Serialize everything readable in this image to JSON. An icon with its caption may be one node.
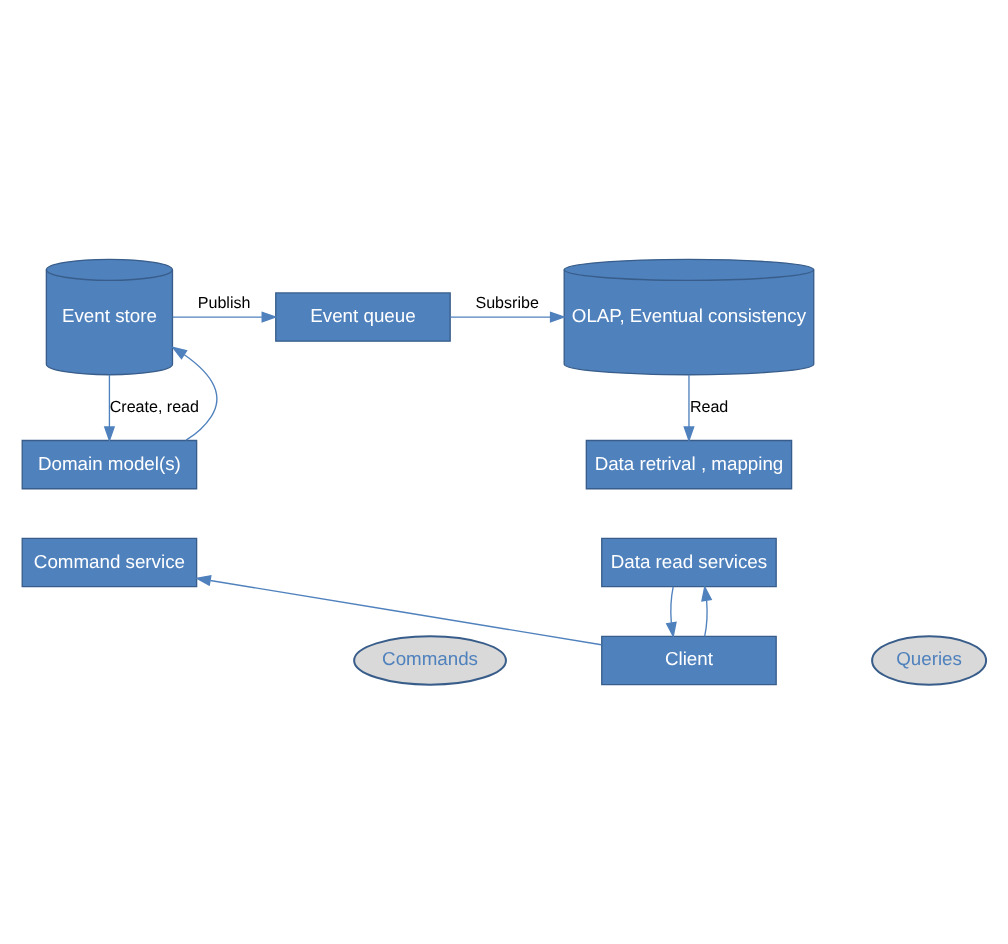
{
  "diagram": {
    "nodes": [
      {
        "text": [
          "Event store"
        ]
      },
      {
        "text": [
          "Event queue"
        ]
      },
      {
        "text": [
          "OLAP, Eventual consistency"
        ]
      },
      {
        "text": [
          "Domain model(s)"
        ]
      },
      {
        "text": [
          "Command service"
        ]
      },
      {
        "text": [
          "Data retrival , mapping"
        ]
      },
      {
        "text": [
          "Data read services"
        ]
      },
      {
        "text": [
          "Commands"
        ]
      },
      {
        "text": [
          "Queries"
        ]
      },
      {
        "text": [
          "Client"
        ]
      }
    ],
    "edges": [
      {
        "from": 0,
        "to": 1,
        "arrow": "to",
        "label": "Publish"
      },
      {
        "from": 1,
        "to": 2,
        "arrow": "to",
        "label": "Subsribe"
      },
      {
        "from": 3,
        "to": 0,
        "arrow": "to"
      },
      {
        "from": 0,
        "to": 3,
        "arrow": "to",
        "label": "Create, read"
      },
      {
        "from": 2,
        "to": 5,
        "arrow": "to",
        "label": "Read"
      },
      {
        "from": 9,
        "to": 4,
        "arrow": "to"
      },
      {
        "from": 9,
        "to": 6,
        "arrow": "to"
      },
      {
        "from": 6,
        "to": 9,
        "arrow": "to"
      }
    ]
  }
}
